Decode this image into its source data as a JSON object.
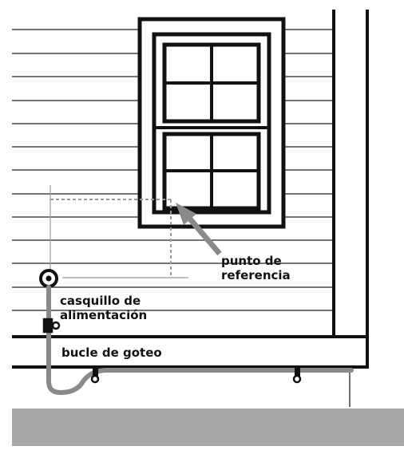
{
  "labels": {
    "reference_point": [
      "punto de",
      "referencia"
    ],
    "power_bushing": [
      "casquillo de",
      "alimentación"
    ],
    "drip_loop": "bucle de goteo"
  },
  "colors": {
    "ink": "#111111",
    "cable": "#8a8a8a",
    "ground": "#a9a9a9",
    "guide": "#9a9a9a",
    "background": "#ffffff"
  }
}
